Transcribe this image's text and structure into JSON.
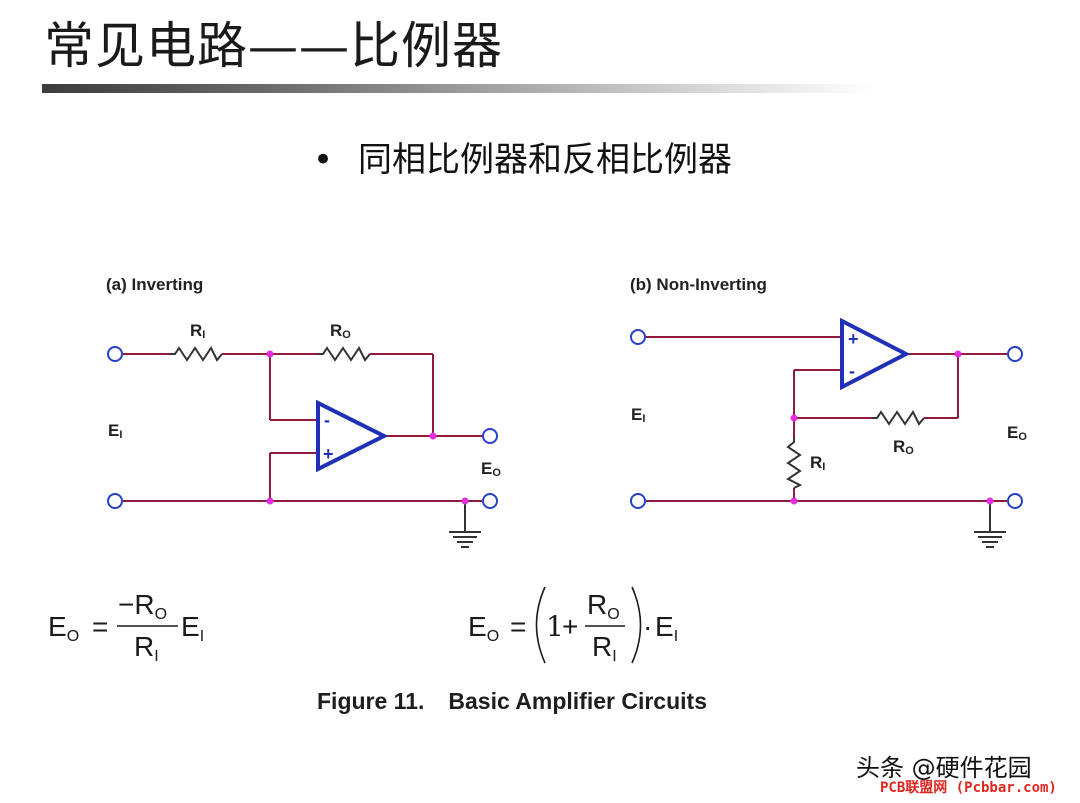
{
  "title": "常见电路——比例器",
  "bullet_text": "同相比例器和反相比例器",
  "inverting": {
    "label": "(a)  Inverting",
    "input_resistor": "R",
    "input_resistor_sub": "I",
    "feedback_resistor": "R",
    "feedback_resistor_sub": "O",
    "input_voltage": "E",
    "input_voltage_sub": "I",
    "output_voltage": "E",
    "output_voltage_sub": "O",
    "minus_sign": "-",
    "plus_sign": "+"
  },
  "noninverting": {
    "label": "(b)  Non-Inverting",
    "feedback_resistor": "R",
    "feedback_resistor_sub": "O",
    "ground_resistor": "R",
    "ground_resistor_sub": "I",
    "input_voltage": "E",
    "input_voltage_sub": "I",
    "output_voltage": "E",
    "output_voltage_sub": "O",
    "minus_sign": "-",
    "plus_sign": "+"
  },
  "equations": {
    "inverting": {
      "lhs": "E",
      "lhs_sub": "O",
      "equals": "=",
      "numerator": "−R",
      "numerator_sub": "O",
      "denominator": "R",
      "denominator_sub": "I",
      "rhs": "E",
      "rhs_sub": "I"
    },
    "noninverting": {
      "lhs": "E",
      "lhs_sub": "O",
      "equals": "=",
      "one": "1",
      "plus": "+",
      "numerator": "R",
      "numerator_sub": "O",
      "denominator": "R",
      "denominator_sub": "I",
      "dot": "·",
      "rhs": "E",
      "rhs_sub": "I"
    }
  },
  "caption": {
    "number": "Figure 11.",
    "text": "Basic Amplifier Circuits"
  },
  "watermark": {
    "line1": "头条 @硬件花园",
    "line2": "PCB联盟网 (Pcbbar.com)"
  },
  "colors": {
    "wire": "#8e1a3c",
    "opamp": "#1f2fb8",
    "terminal": "#2440c9",
    "node": "#e62ee0",
    "resistor": "#333333",
    "ground": "#333333",
    "watermark_url": "#e0261f"
  }
}
